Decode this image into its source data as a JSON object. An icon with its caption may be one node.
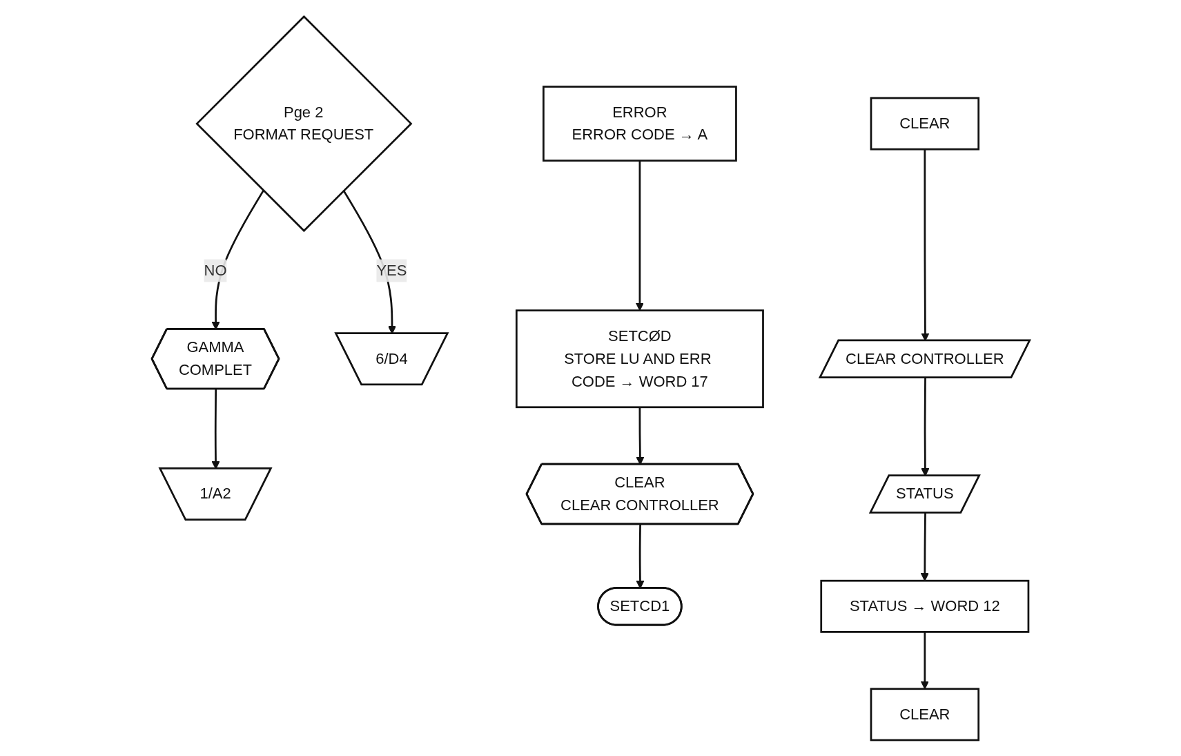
{
  "diagram": {
    "nodes": [
      {
        "text": [
          "Pge 2",
          "FORMAT REQUEST"
        ]
      },
      {
        "text": [
          "GAMMA",
          "COMPLET"
        ]
      },
      {
        "text": [
          "6/D4"
        ]
      },
      {
        "text": [
          "1/A2"
        ]
      },
      {
        "text": [
          "ERROR",
          "ERROR CODE → A"
        ]
      },
      {
        "text": [
          "CLEAR"
        ]
      },
      {
        "text": [
          "SETCØD",
          "STORE LU AND ERR CODE → WORD 17"
        ]
      },
      {
        "text": [
          "CLEAR CONTROLLER"
        ]
      },
      {
        "text": [
          "CLEAR",
          "CLEAR CONTROLLER"
        ]
      },
      {
        "text": [
          "STATUS"
        ]
      },
      {
        "text": [
          "SETCD1"
        ]
      },
      {
        "text": [
          "STATUS → WORD 12"
        ]
      },
      {
        "text": [
          "CLEAR"
        ]
      }
    ],
    "edges": [
      {
        "from": 0,
        "to": 1,
        "arrow": "to",
        "label": "NO"
      },
      {
        "from": 0,
        "to": 2,
        "arrow": "to",
        "label": "YES"
      },
      {
        "from": 1,
        "to": 3,
        "arrow": "to"
      },
      {
        "from": 4,
        "to": 6,
        "arrow": "to"
      },
      {
        "from": 6,
        "to": 8,
        "arrow": "to"
      },
      {
        "from": 8,
        "to": 10,
        "arrow": "to"
      },
      {
        "from": 5,
        "to": 7,
        "arrow": "to"
      },
      {
        "from": 7,
        "to": 9,
        "arrow": "to"
      },
      {
        "from": 9,
        "to": 11,
        "arrow": "to"
      },
      {
        "from": 11,
        "to": 12,
        "arrow": "to"
      }
    ]
  }
}
